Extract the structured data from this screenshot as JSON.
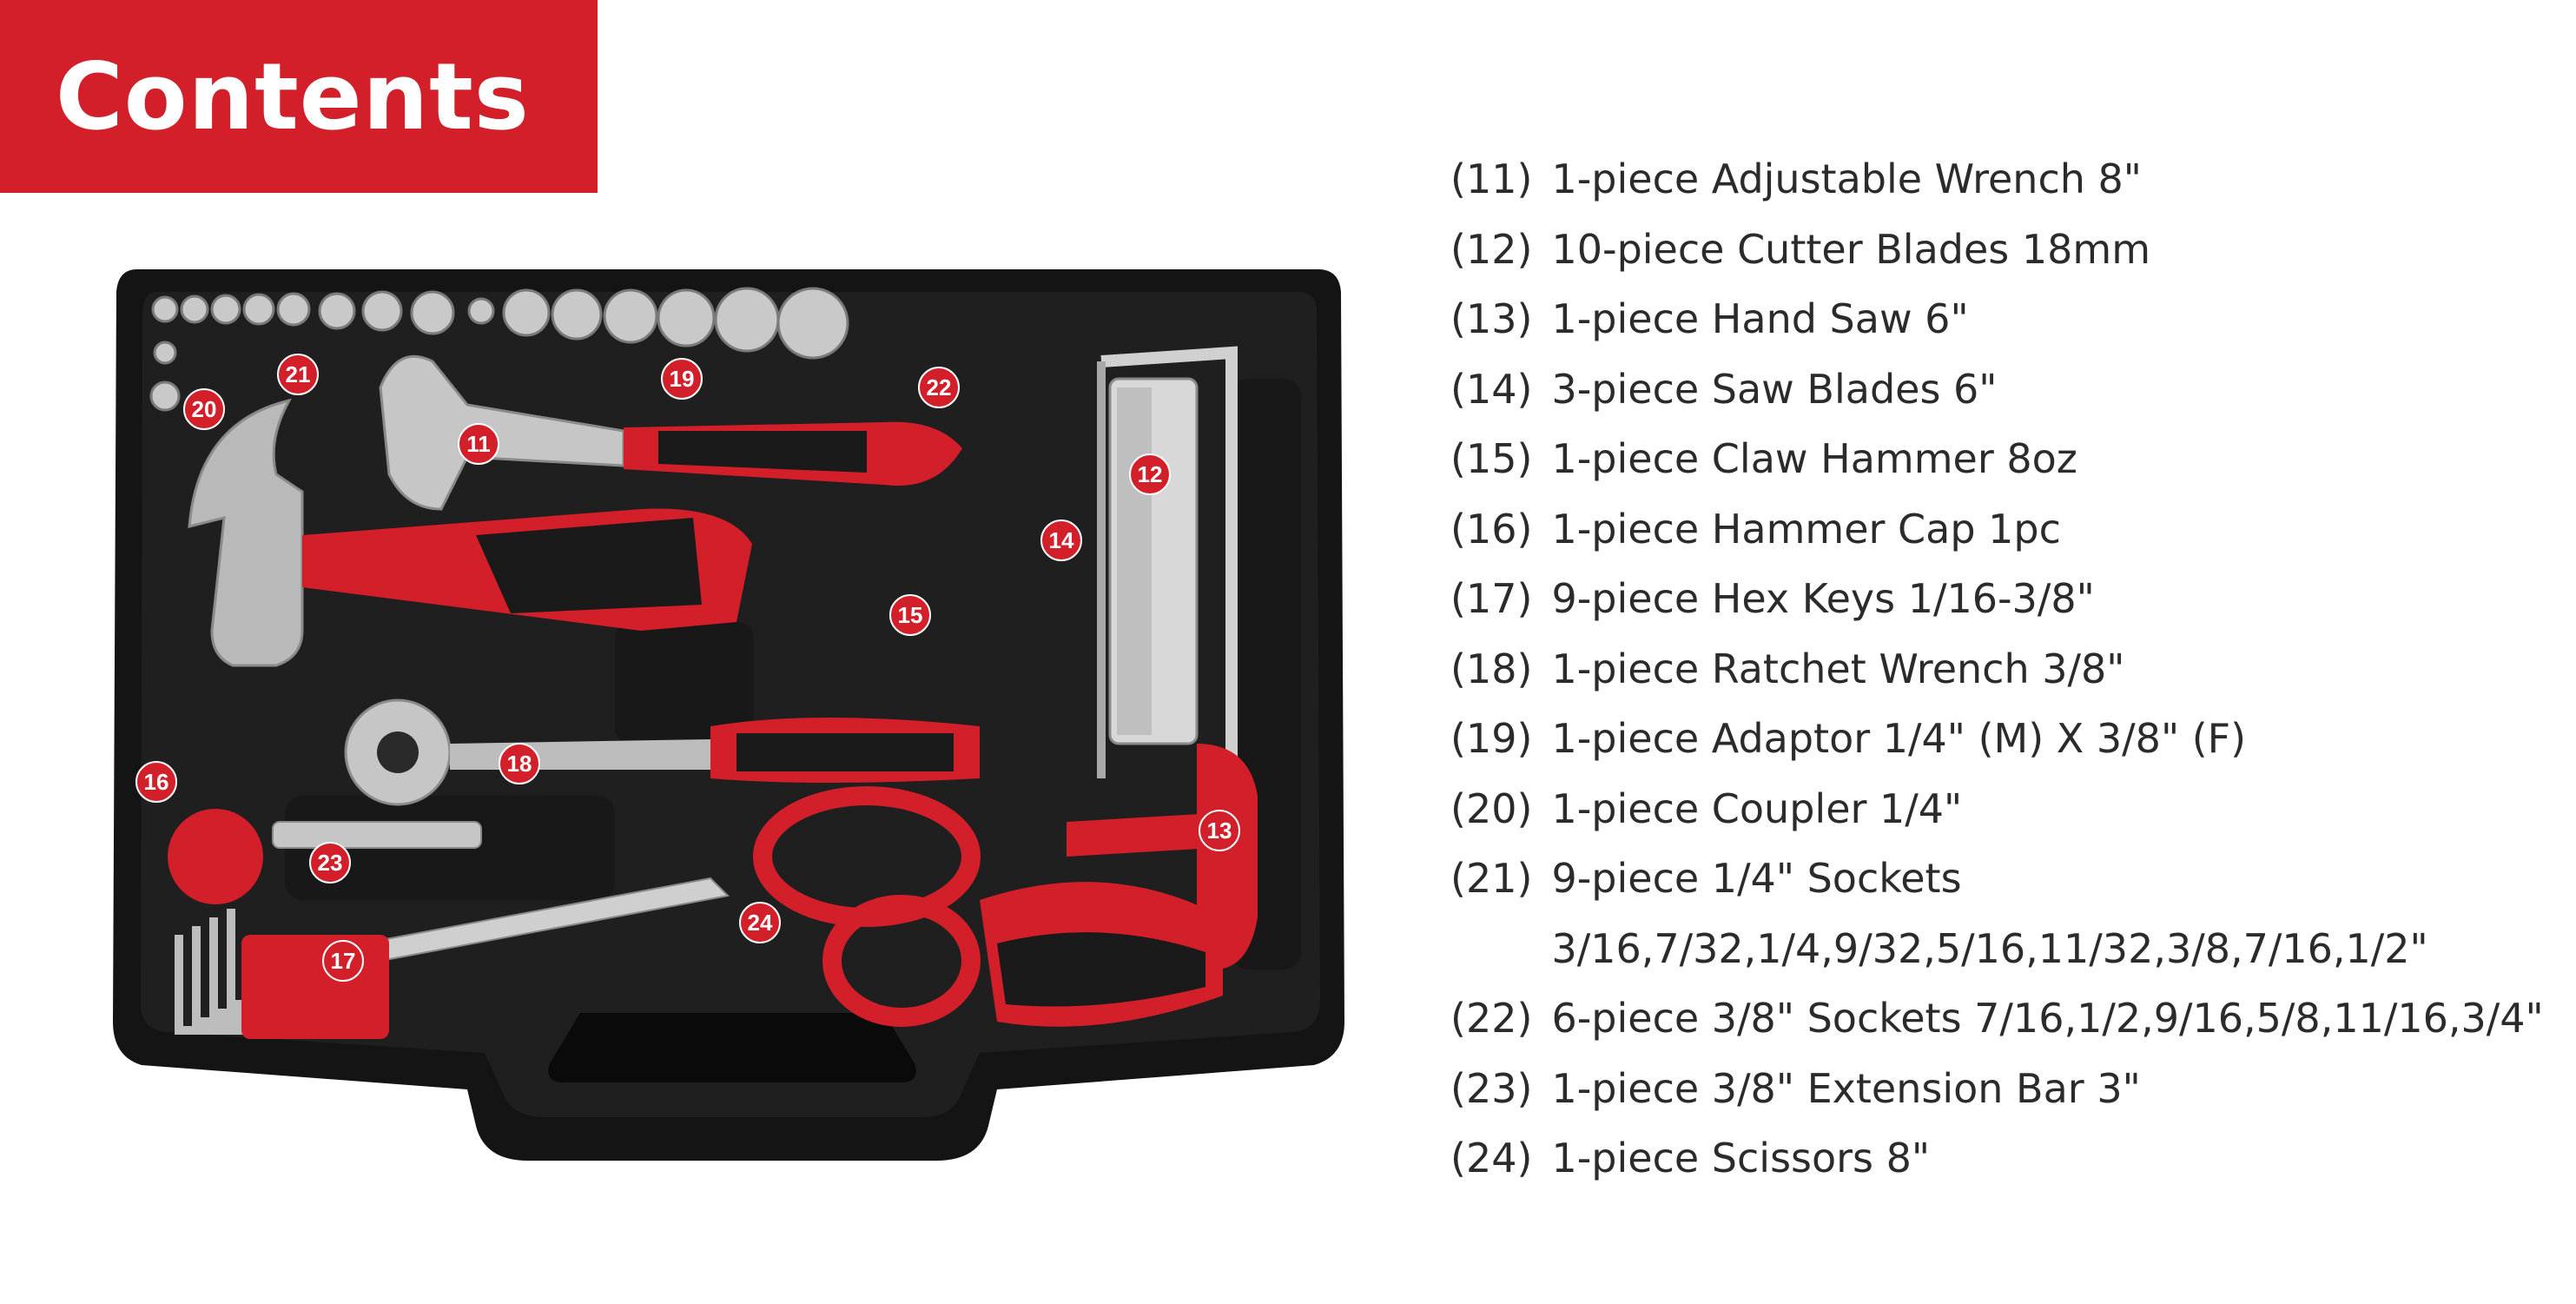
{
  "banner": {
    "title": "Contents"
  },
  "colors": {
    "brand_red": "#d31f2a",
    "case_black": "#141414",
    "text": "#2b2b2b"
  },
  "contents": [
    {
      "num": "(11)",
      "text": "1-piece Adjustable Wrench 8\""
    },
    {
      "num": "(12)",
      "text": "10-piece Cutter Blades 18mm"
    },
    {
      "num": "(13)",
      "text": "1-piece Hand Saw 6\""
    },
    {
      "num": "(14)",
      "text": "3-piece Saw Blades 6\""
    },
    {
      "num": "(15)",
      "text": "1-piece Claw Hammer 8oz"
    },
    {
      "num": "(16)",
      "text": "1-piece Hammer Cap 1pc"
    },
    {
      "num": "(17)",
      "text": "9-piece Hex Keys 1/16-3/8\""
    },
    {
      "num": "(18)",
      "text": "1-piece Ratchet Wrench 3/8\""
    },
    {
      "num": "(19)",
      "text": "1-piece Adaptor 1/4\" (M) X 3/8\" (F)"
    },
    {
      "num": "(20)",
      "text": "1-piece Coupler 1/4\""
    },
    {
      "num": "(21)",
      "text": "9-piece 1/4\" Sockets 3/16,7/32,1/4,9/32,5/16,11/32,3/8,7/16,1/2\""
    },
    {
      "num": "(22)",
      "text": "6-piece 3/8\" Sockets 7/16,1/2,9/16,5/8,11/16,3/4\""
    },
    {
      "num": "(23)",
      "text": "1-piece 3/8\" Extension Bar 3\""
    },
    {
      "num": "(24)",
      "text": "1-piece Scissors 8\""
    }
  ],
  "badges": [
    "11",
    "12",
    "13",
    "14",
    "15",
    "16",
    "17",
    "18",
    "19",
    "20",
    "21",
    "22",
    "23",
    "24"
  ]
}
